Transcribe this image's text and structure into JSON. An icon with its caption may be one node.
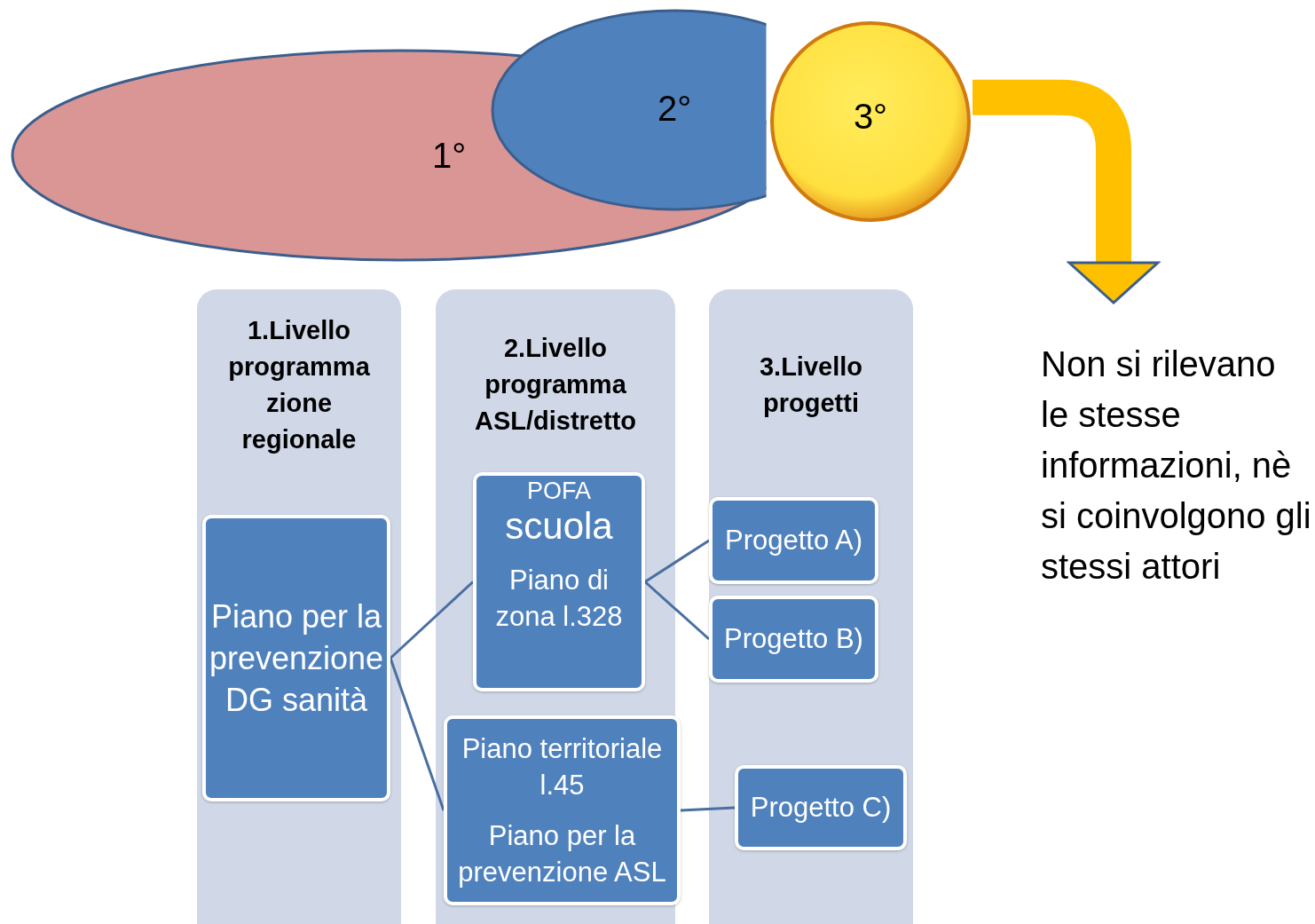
{
  "diagram": {
    "nodes": [
      {
        "text": [
          "1°"
        ]
      },
      {
        "text": [
          "2°"
        ]
      },
      {
        "text": [
          "3°"
        ]
      },
      {
        "text": [
          "1.Livello programma zione regionale"
        ]
      },
      {
        "text": [
          "2.Livello programma ASL/distretto"
        ]
      },
      {
        "text": [
          "3.Livello progetti"
        ]
      },
      {
        "text": [
          "Piano per la prevenzione DG sanità"
        ],
        "in": 3
      },
      {
        "text": [
          "POFA",
          "scuola",
          "Piano di zona l.328"
        ],
        "in": 4
      },
      {
        "text": [
          "Piano territoriale l.45",
          "Piano per la prevenzione ASL"
        ],
        "in": 4
      },
      {
        "text": [
          "Progetto A)"
        ],
        "in": 5
      },
      {
        "text": [
          "Progetto B)"
        ],
        "in": 5
      },
      {
        "text": [
          "Progetto C)"
        ],
        "in": 5
      },
      {
        "text": [
          "Non si rilevano le stesse informazioni, nè si coinvolgono gli stessi attori"
        ]
      }
    ],
    "edges": [
      {
        "from": 6,
        "to": 7,
        "arrow": "none"
      },
      {
        "from": 6,
        "to": 8,
        "arrow": "none"
      },
      {
        "from": 7,
        "to": 9,
        "arrow": "none"
      },
      {
        "from": 7,
        "to": 10,
        "arrow": "none"
      },
      {
        "from": 8,
        "to": 11,
        "arrow": "none"
      },
      {
        "from": 2,
        "to": 12,
        "arrow": "to",
        "style": "thick",
        "color": "#ffc000"
      }
    ]
  }
}
